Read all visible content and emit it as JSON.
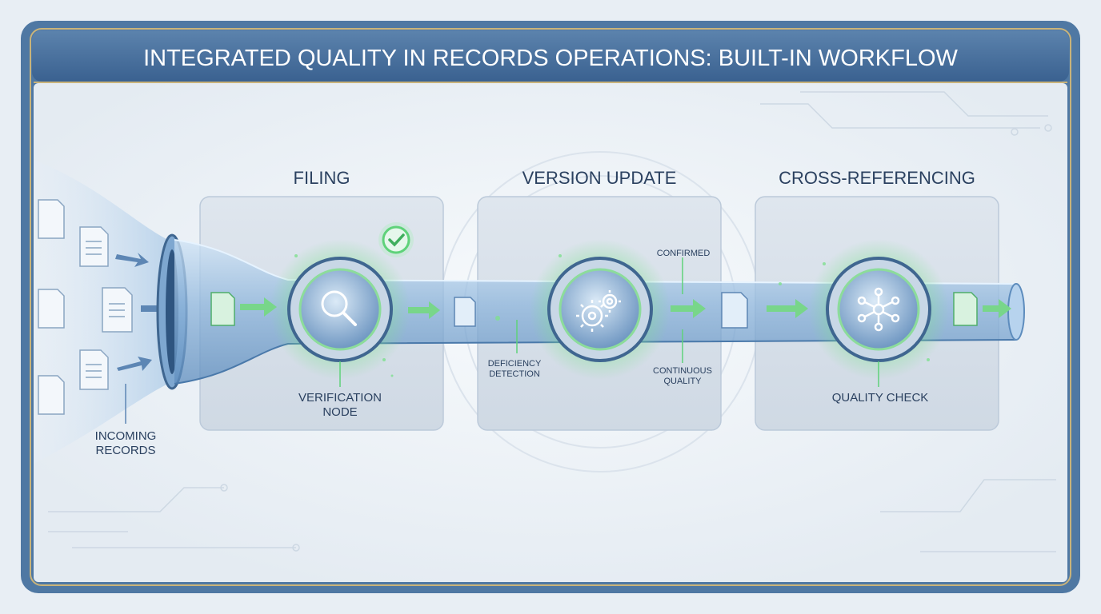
{
  "title": "INTEGRATED QUALITY IN RECORDS OPERATIONS: BUILT-IN WORKFLOW",
  "stages": [
    {
      "title": "FILING",
      "node_label_1": "VERIFICATION",
      "node_label_2": "NODE",
      "icon": "magnifier-icon"
    },
    {
      "title": "VERSION UPDATE",
      "icon": "gears-icon"
    },
    {
      "title": "CROSS-REFERENCING",
      "node_label_1": "QUALITY CHECK",
      "icon": "network-icon"
    }
  ],
  "input": {
    "label_1": "INCOMING",
    "label_2": "RECORDS"
  },
  "annotations": {
    "confirmed": "CONFIRMED",
    "deficiency_1": "DEFICIENCY",
    "deficiency_2": "DETECTION",
    "continuous_1": "CONTINUOUS",
    "continuous_2": "QUALITY"
  },
  "colors": {
    "header": "#3f6690",
    "frame": "#4f78a3",
    "gold": "#c9b37a",
    "accent_green": "#5fd27a",
    "text_dark": "#2b4160"
  }
}
